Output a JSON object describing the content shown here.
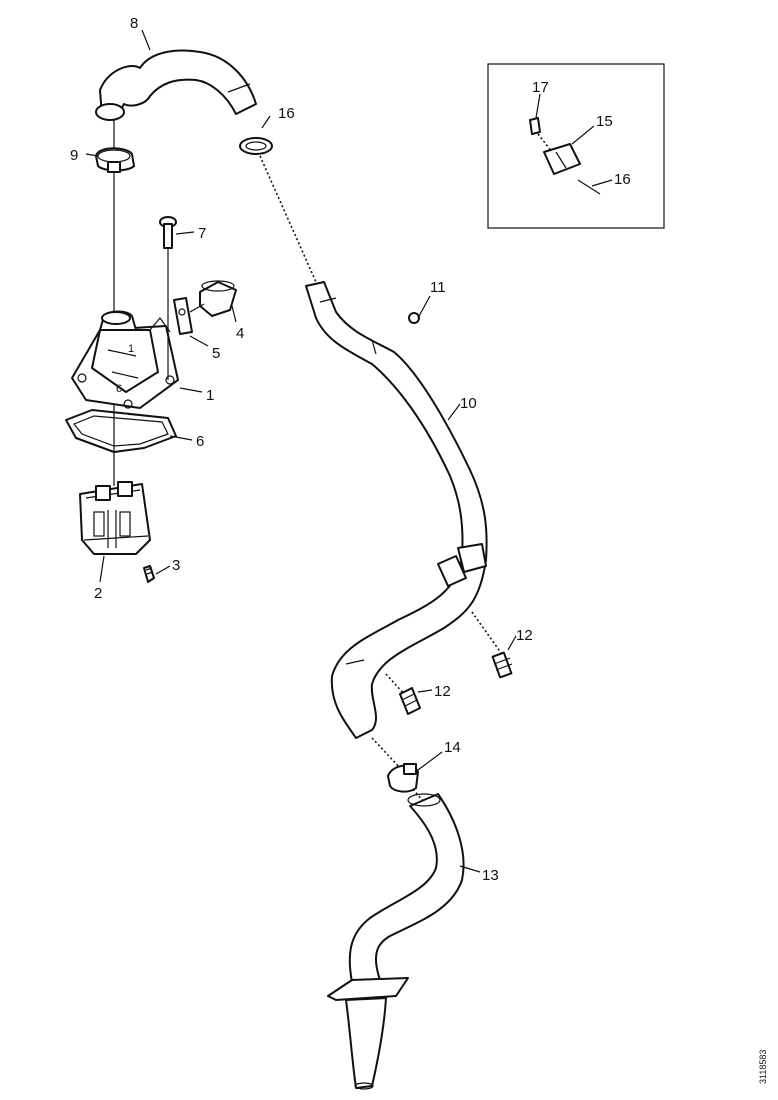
{
  "callouts": {
    "n1": "1",
    "n2": "2",
    "n3": "3",
    "n4": "4",
    "n5": "5",
    "n6": "6",
    "n7": "7",
    "n8": "8",
    "n9": "9",
    "n10": "10",
    "n11": "11",
    "n12a": "12",
    "n12b": "12",
    "n13": "13",
    "n14": "14",
    "n15": "15",
    "n16a": "16",
    "n16b": "16",
    "n17": "17"
  },
  "housing_marks": {
    "upper": "1",
    "lower": "6"
  },
  "drawing_reference": "3118583"
}
